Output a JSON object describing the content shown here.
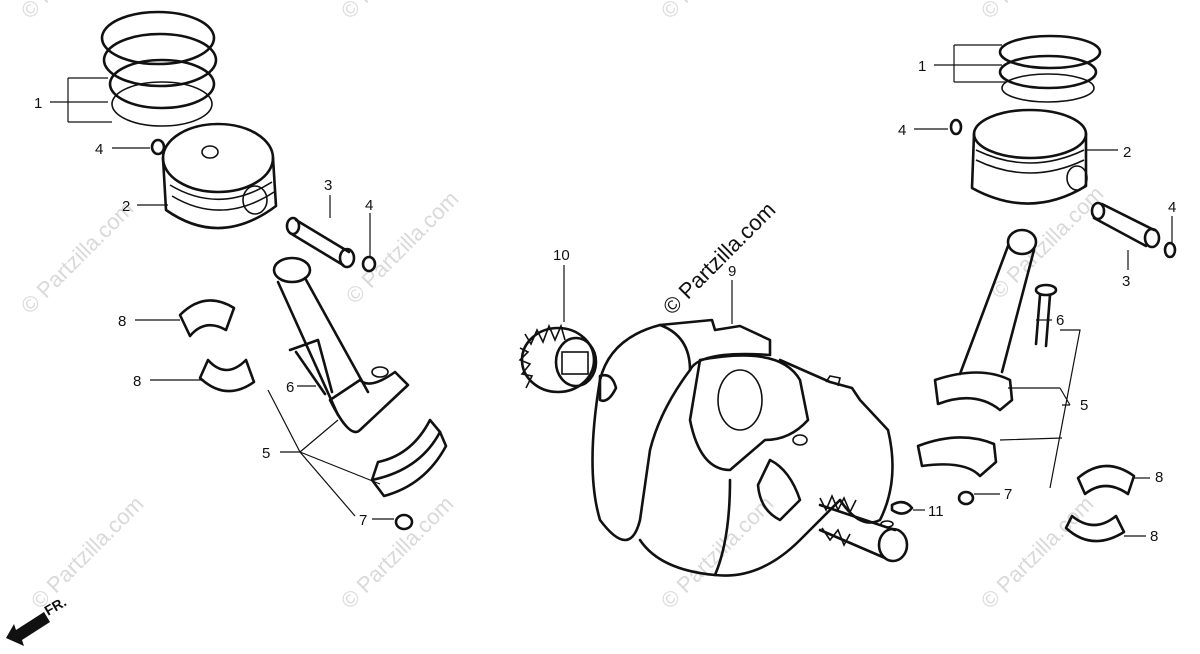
{
  "watermark": "© Partzilla.com",
  "front_marker": "FR.",
  "callouts": {
    "L1": "1",
    "L4a": "4",
    "L2": "2",
    "L3": "3",
    "L4b": "4",
    "L8a": "8",
    "L8b": "8",
    "L6": "6",
    "L5": "5",
    "L7": "7",
    "R1": "1",
    "R4a": "4",
    "R2": "2",
    "R4b": "4",
    "R3": "3",
    "R6": "6",
    "R5": "5",
    "R7": "7",
    "R8a": "8",
    "R8b": "8",
    "C10": "10",
    "C9": "9",
    "C11": "11"
  }
}
